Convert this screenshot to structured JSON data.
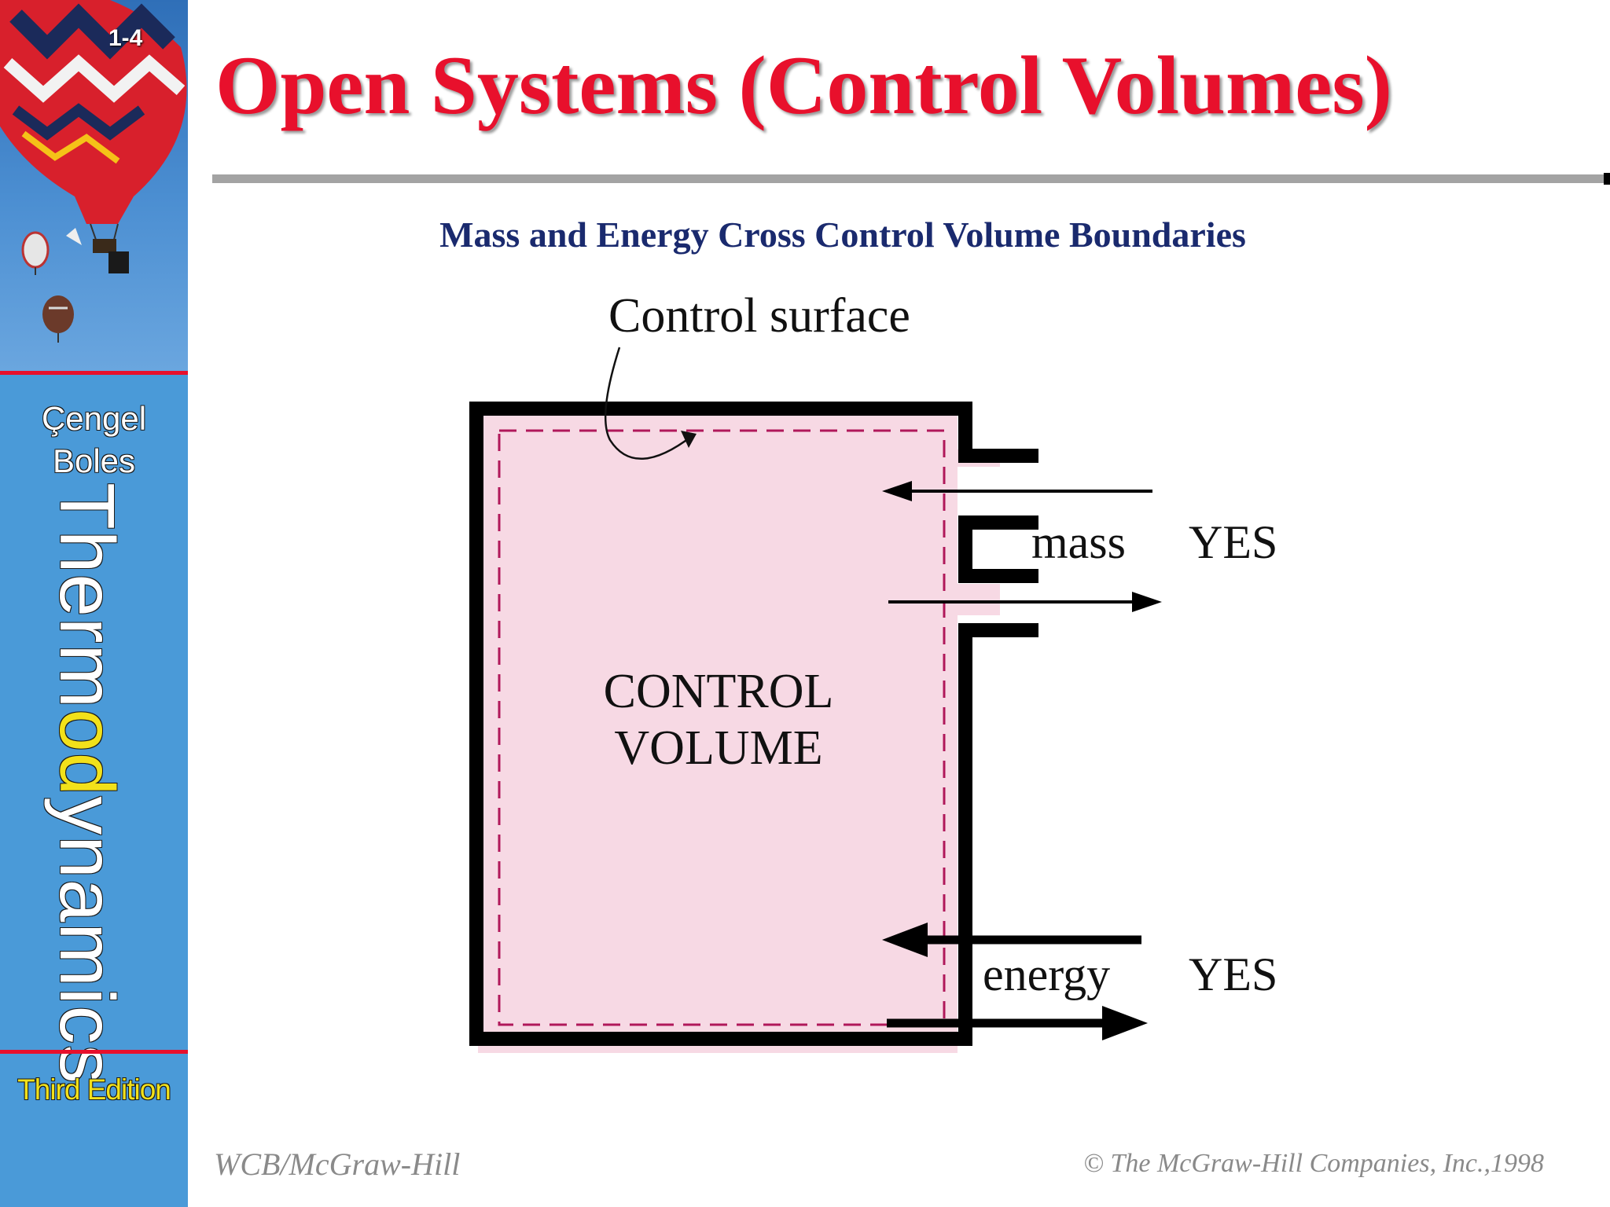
{
  "slide": {
    "number": "1-4",
    "title": "Open Systems (Control Volumes)",
    "subtitle": "Mass and Energy Cross Control Volume Boundaries"
  },
  "sidebar": {
    "authors": [
      "Çengel",
      "Boles"
    ],
    "book_title": "Thermodynamics",
    "edition": "Third Edition"
  },
  "diagram": {
    "control_surface_label": "Control surface",
    "volume_label_line1": "CONTROL",
    "volume_label_line2": "VOLUME",
    "mass_label": "mass",
    "mass_answer": "YES",
    "energy_label": "energy",
    "energy_answer": "YES",
    "colors": {
      "fill": "#f7d9e4",
      "dashed_boundary": "#b0185a",
      "wall": "#000000"
    }
  },
  "footer": {
    "publisher": "WCB/McGraw-Hill",
    "copyright": "© The McGraw-Hill Companies, Inc.,1998"
  }
}
